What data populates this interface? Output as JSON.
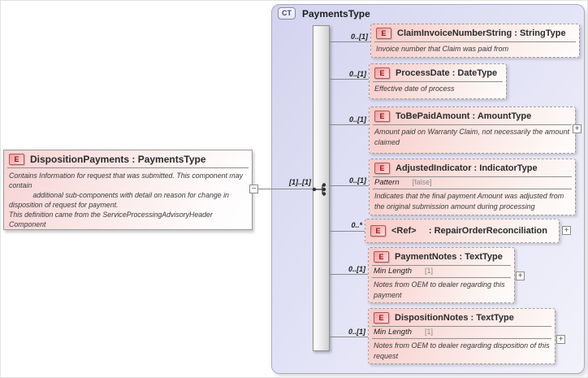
{
  "root_element": {
    "badge": "E",
    "title": "DispositionPayments : PaymentsType",
    "documentation": "Contains Information for request that was submitted. This component may\ncontain\n            additional sub-components with detail on reason for change in\ndisposition of request for payment.\nThis definition came from the ServiceProcessingAdvisoryHeader\nComponent"
  },
  "connection": {
    "cardinality": "[1]..[1]",
    "compositor": "sequence"
  },
  "icons": {
    "collapse": "−",
    "expand": "+",
    "sequence": "sequence-compositor-icon"
  },
  "complex_type": {
    "badge": "CT",
    "title": "PaymentsType",
    "children": [
      {
        "badge": "E",
        "cardinality": "0..[1]",
        "title": "ClaimInvoiceNumberString : StringType",
        "documentation": "Invoice number that Claim was paid from"
      },
      {
        "badge": "E",
        "cardinality": "0..[1]",
        "title": "ProcessDate : DateType",
        "documentation": "Effective date of process"
      },
      {
        "badge": "E",
        "cardinality": "0..[1]",
        "title": "ToBePaidAmount : AmountType",
        "documentation": "Amount paid on Warranty Claim, not necessarily the amount claimed"
      },
      {
        "badge": "E",
        "cardinality": "0..[1]",
        "title": "AdjustedIndicator : IndicatorType",
        "facet_name": "Pattern",
        "facet_value": "[false]",
        "documentation": "Indicates that the final payment Amount was adjusted from the original submission amount during processing"
      },
      {
        "badge": "E",
        "cardinality": "0..*",
        "title": "<Ref>     : RepairOrderReconciliation"
      },
      {
        "badge": "E",
        "cardinality": "0..[1]",
        "title": "PaymentNotes : TextType",
        "facet_name": "Min Length",
        "facet_value": "[1]",
        "documentation": "Notes from OEM to dealer regarding this payment"
      },
      {
        "badge": "E",
        "cardinality": "0..[1]",
        "title": "DispositionNotes : TextType",
        "facet_name": "Min Length",
        "facet_value": "[1]",
        "documentation": "Notes from OEM to dealer regarding disposition of this request"
      }
    ]
  },
  "colors": {
    "element_fill": "#f7cbc8",
    "element_badge_border": "#b05454",
    "complex_type_fill": "#d3d3ef",
    "complex_type_border": "#aaaacb",
    "connector": "#8a8a8a"
  }
}
